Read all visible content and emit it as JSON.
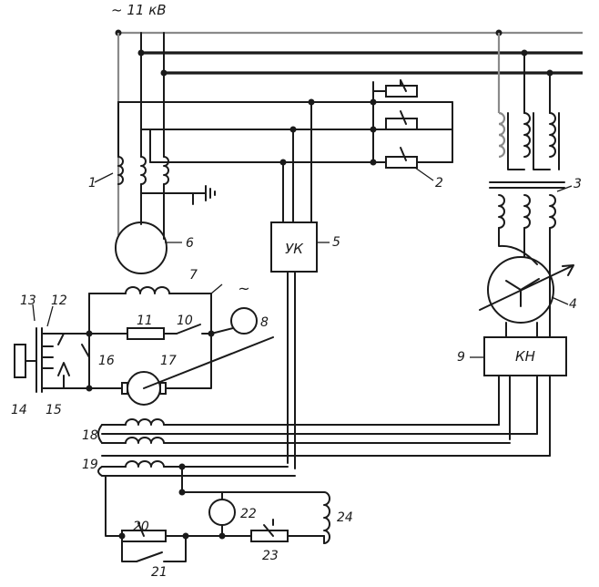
{
  "diagram": {
    "supply_label": "~ 11 кВ",
    "ac_symbol": "~",
    "blocks": {
      "uk": "УК",
      "kn": "КН"
    },
    "numbers": [
      "1",
      "2",
      "3",
      "4",
      "5",
      "6",
      "7",
      "8",
      "9",
      "10",
      "11",
      "12",
      "13",
      "14",
      "15",
      "16",
      "17",
      "18",
      "19",
      "20",
      "21",
      "22",
      "23",
      "24"
    ]
  }
}
